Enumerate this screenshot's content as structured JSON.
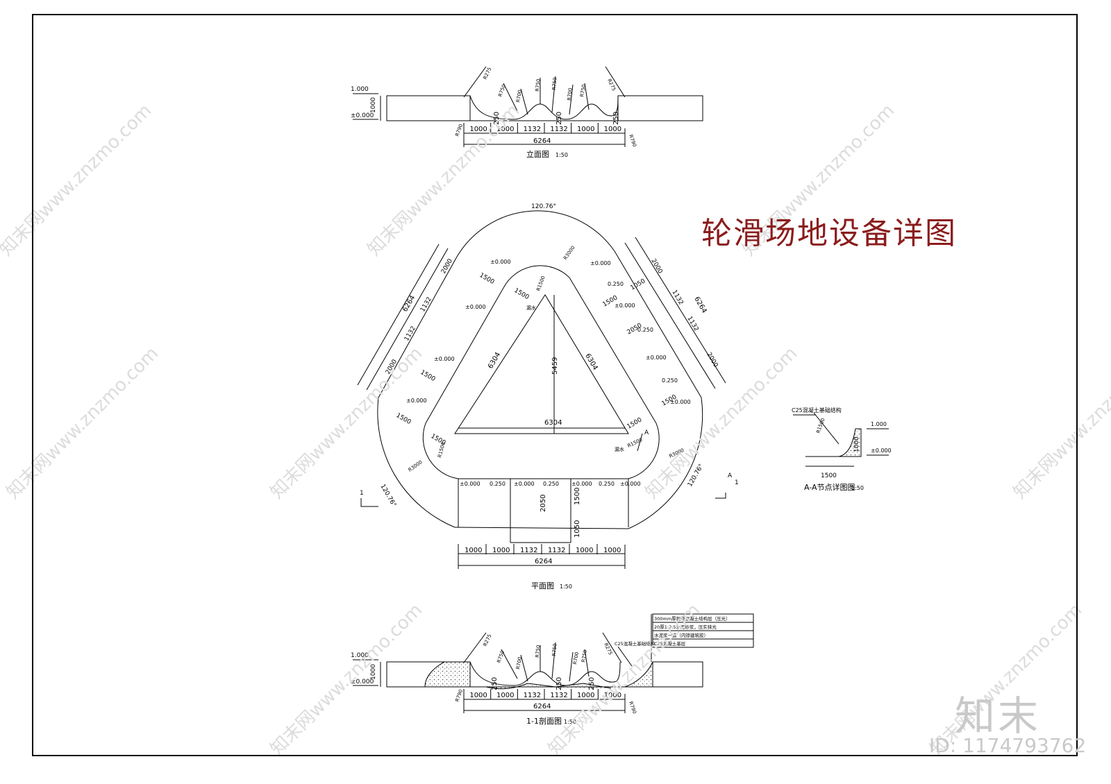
{
  "title": "轮滑场地设备详图",
  "watermark": {
    "logo": "知末",
    "id": "ID: 1174793762",
    "site": "知末网www.znzmo.com"
  },
  "elevation": {
    "caption": "立面图",
    "scale": "1:50",
    "level_top": "1.000",
    "level_bottom": "±0.000",
    "height": "1000",
    "segments": [
      "1000",
      "1000",
      "1132",
      "1132",
      "1000",
      "1000"
    ],
    "total": "6264",
    "depth": "250",
    "radii": [
      "R275",
      "R750",
      "R700",
      "R750",
      "R750",
      "R700",
      "R750",
      "R275",
      "R790",
      "R790"
    ]
  },
  "plan": {
    "caption": "平面图",
    "scale": "1:50",
    "angle_top": "120.76°",
    "angle_left": "120.76°",
    "angle_right": "120.76°",
    "triangle_side": "6304",
    "triangle_height": "5459",
    "bottom_segments": [
      "1000",
      "1000",
      "1132",
      "1132",
      "1000",
      "1000"
    ],
    "bottom_total": "6264",
    "left_dims": [
      "2000",
      "1132",
      "1132",
      "2000"
    ],
    "left_total": "6264",
    "right_dims": [
      "2000",
      "1132",
      "1132",
      "2000"
    ],
    "right_total": "6264",
    "widths": [
      "1500",
      "2050",
      "1050"
    ],
    "radii": [
      "R3000",
      "R1500"
    ],
    "levels": [
      "±0.000",
      "0.250"
    ],
    "drain_label": "漏水",
    "section_mark": "1",
    "detail_mark": "A"
  },
  "detail": {
    "caption": "A-A节点详图图",
    "scale": "1:50",
    "material": "C25混凝土基础结构",
    "radius": "R1500",
    "level_top": "1.000",
    "level_bottom": "±0.000",
    "height": "1000",
    "width": "1500"
  },
  "section": {
    "caption": "1-1剖面图",
    "scale": "1:50",
    "notes": [
      "300mm厚现浇混凝土结构层（压光）",
      "20厚1:2.5水泥砂浆，压实抹光",
      "水泥浆一道（内掺建筑胶）",
      "C25混凝土基层"
    ],
    "material": "C25混凝土基础结构",
    "level_top": "1.000",
    "level_bottom": "±0.000",
    "height": "1000",
    "segments": [
      "1000",
      "1000",
      "1132",
      "1132",
      "1000",
      "1000"
    ],
    "total": "6264",
    "depth": "250",
    "radii": [
      "R275",
      "R750",
      "R700",
      "R750",
      "R750",
      "R700",
      "R750",
      "R275",
      "R790",
      "R790"
    ]
  }
}
